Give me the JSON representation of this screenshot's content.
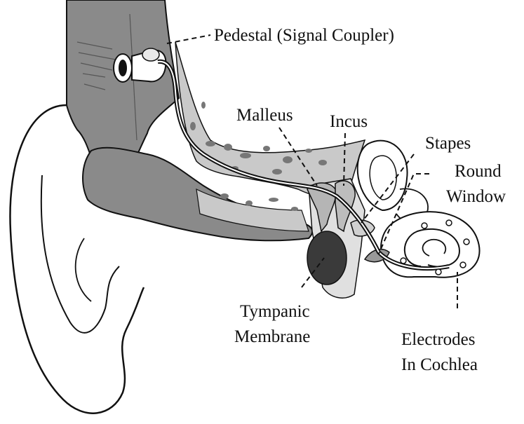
{
  "labels": {
    "pedestal": "Pedestal (Signal Coupler)",
    "malleus": "Malleus",
    "incus": "Incus",
    "stapes": "Stapes",
    "round_line1": "Round",
    "round_line2": "Window",
    "tympanic_line1": "Tympanic",
    "tympanic_line2": "Membrane",
    "electrodes_line1": "Electrodes",
    "electrodes_line2": "In Cochlea"
  },
  "colors": {
    "skin_gray": "#8a8a8a",
    "bone_gray": "#c9c9c9",
    "bone_spots": "#777777",
    "dark_tissue": "#3a3a3a",
    "outline": "#111111",
    "background": "#ffffff"
  }
}
